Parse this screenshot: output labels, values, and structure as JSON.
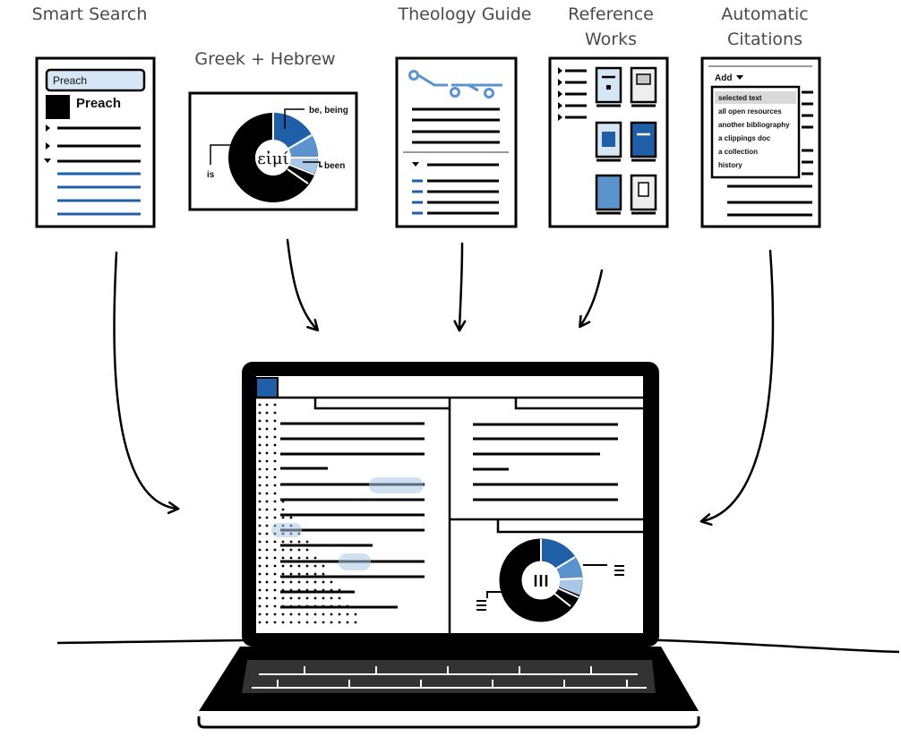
{
  "features": [
    {
      "id": "smart-search",
      "lines": [
        "Smart Search"
      ]
    },
    {
      "id": "greek-hebrew",
      "lines": [
        "Greek + Hebrew"
      ]
    },
    {
      "id": "theology-guide",
      "lines": [
        "Theology Guide"
      ]
    },
    {
      "id": "reference-works",
      "lines": [
        "Reference",
        "Works"
      ]
    },
    {
      "id": "automatic-citations",
      "lines": [
        "Automatic",
        "Citations"
      ]
    }
  ],
  "smart_search": {
    "field_text": "Preach",
    "result_title": "Preach"
  },
  "greek_hebrew": {
    "center_word": "εἰμί",
    "label_top": "be, being",
    "label_right": "been",
    "label_left": "is"
  },
  "citations": {
    "menu_label": "Add",
    "items": [
      "selected text",
      "all open resources",
      "another bibliography",
      "a clippings doc",
      "a collection",
      "history"
    ]
  },
  "colors": {
    "accent_dark": "#1f5fa8",
    "accent_mid": "#5b93cf",
    "accent_light": "#a9c8e8",
    "highlight": "#d6e6f5",
    "ink": "#000000"
  }
}
